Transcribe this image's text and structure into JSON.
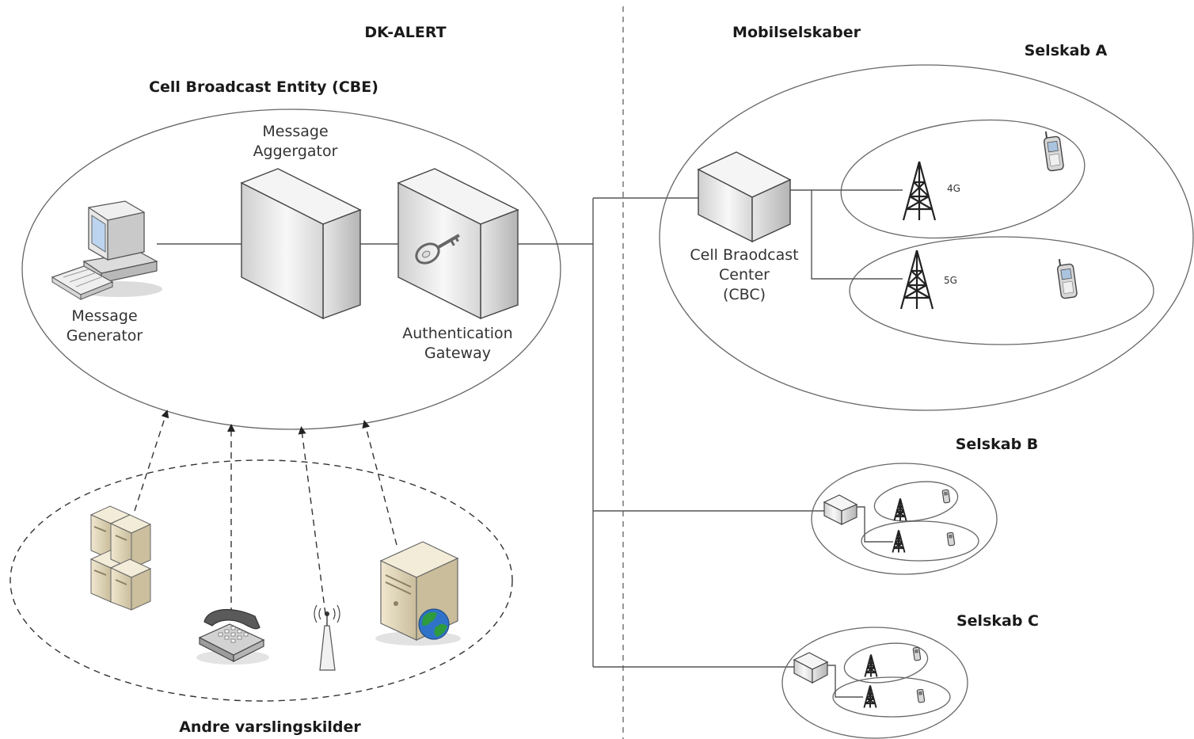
{
  "headings": {
    "left_domain": "DK-ALERT",
    "right_domain": "Mobilselskaber",
    "cbe": "Cell Broadcast Entity (CBE)",
    "other_sources": "Andre varslingskilder",
    "company_a": "Selskab A",
    "company_b": "Selskab B",
    "company_c": "Selskab C"
  },
  "nodes": {
    "generator": [
      "Message",
      "Generator"
    ],
    "aggregator": [
      "Message",
      "Aggergator"
    ],
    "gateway": [
      "Authentication",
      "Gateway"
    ],
    "cbc": [
      "Cell Braodcast",
      "Center",
      "(CBC)"
    ]
  },
  "networks": {
    "net_4g": "4G",
    "net_5g": "5G"
  },
  "colors": {
    "server_front": "#e9e9e9",
    "server_top": "#f7f7f7",
    "server_side": "#c6c6c6",
    "beige": "#e7ddc2",
    "beige_dark": "#b9ad8b"
  },
  "icons": [
    "computer-icon",
    "server-icon",
    "key-icon",
    "cell-tower-icon",
    "mobile-phone-icon",
    "desk-phone-icon",
    "radio-antenna-icon",
    "web-server-icon",
    "globe-icon"
  ]
}
